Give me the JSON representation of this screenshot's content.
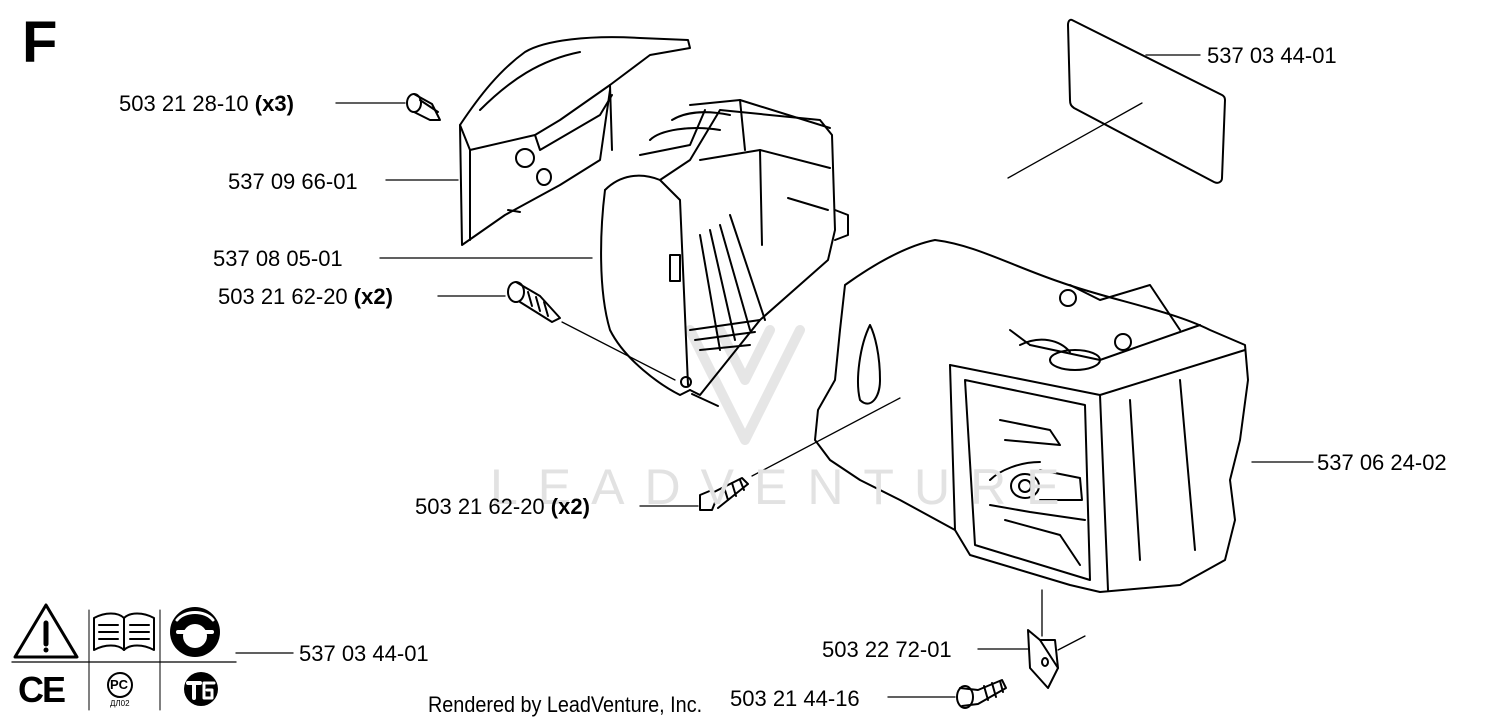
{
  "section_letter": "F",
  "watermark": "LEADVENTURE",
  "footer": "Rendered by LeadVenture, Inc.",
  "callouts": [
    {
      "part": "503 21 28-10",
      "qty": "(x3)"
    },
    {
      "part": "537 09 66-01",
      "qty": ""
    },
    {
      "part": "537 08 05-01",
      "qty": ""
    },
    {
      "part": "503 21 62-20",
      "qty": "(x2)"
    },
    {
      "part": "537 03 44-01",
      "qty": ""
    },
    {
      "part": "537 06 24-02",
      "qty": ""
    },
    {
      "part": "503 21 62-20",
      "qty": "(x2)"
    },
    {
      "part": "537 03 44-01",
      "qty": ""
    },
    {
      "part": "503 22 72-01",
      "qty": ""
    },
    {
      "part": "503 21 44-16",
      "qty": ""
    }
  ],
  "symbols": {
    "ce": "CE",
    "pct": "PC",
    "pct_sub": "ДЛ02"
  }
}
